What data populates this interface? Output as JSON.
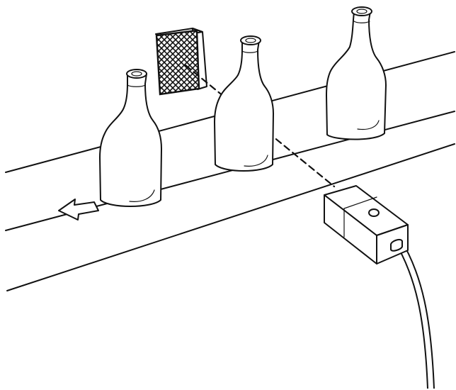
{
  "scene": {
    "subject": "photoelectric-sensor-bottle-detection",
    "objects": [
      "conveyor-belt",
      "bottle",
      "bottle",
      "bottle",
      "reflector",
      "photoelectric-sensor",
      "sensor-cable",
      "light-beam",
      "direction-arrow"
    ],
    "direction_icon": "arrow-left-icon",
    "colors": {
      "line": "#111111",
      "background": "#ffffff",
      "reflector_fill": "#3a3a3a"
    }
  }
}
